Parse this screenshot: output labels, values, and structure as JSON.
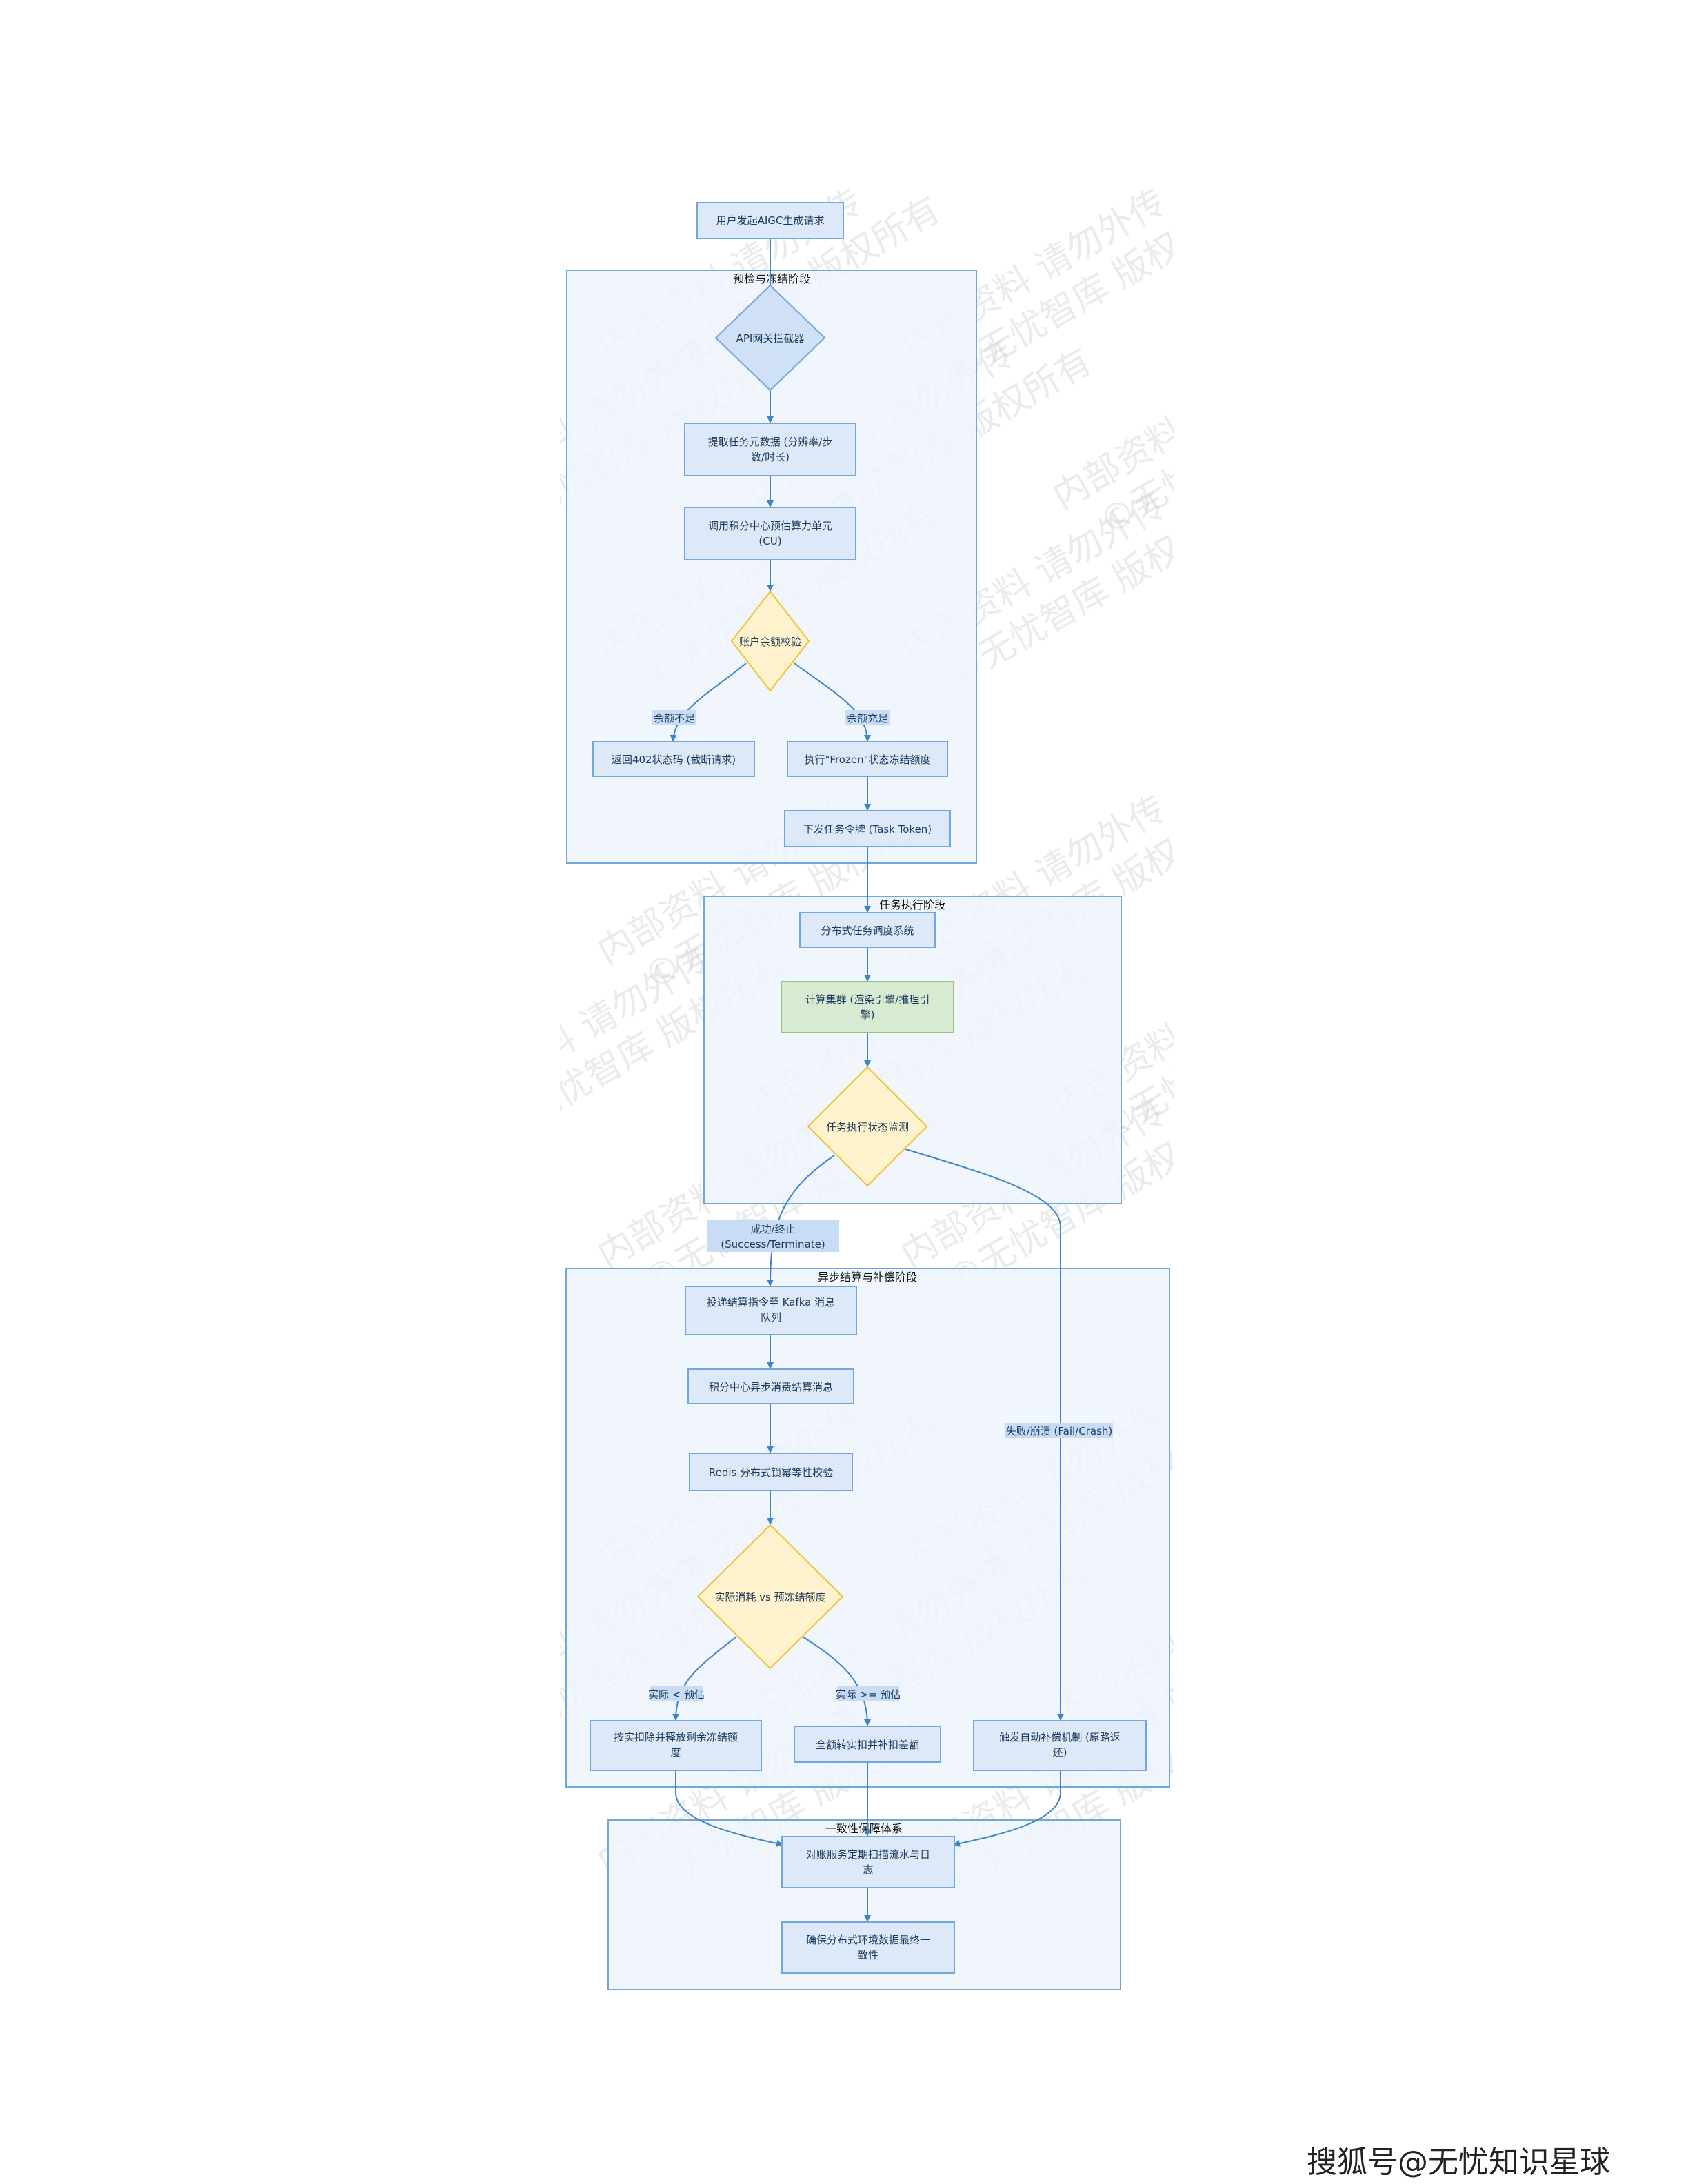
{
  "watermark": {
    "line1": "内部资料 请勿外传",
    "line2": "©无忧智库 版权所有"
  },
  "phases": {
    "p1": "预检与冻结阶段",
    "p2": "任务执行阶段",
    "p3": "异步结算与补偿阶段",
    "p4": "一致性保障体系"
  },
  "nodes": {
    "start": "用户发起AIGC生成请求",
    "gateway": "API网关拦截器",
    "extract": [
      "提取任务元数据 (分辨率/步",
      "数/时长)"
    ],
    "estimate": [
      "调用积分中心预估算力单元",
      "(CU)"
    ],
    "balance": "账户余额校验",
    "reject": "返回402状态码 (截断请求)",
    "freeze": "执行\"Frozen\"状态冻结额度",
    "token": "下发任务令牌 (Task Token)",
    "scheduler": "分布式任务调度系统",
    "cluster": [
      "计算集群 (渲染引擎/推理引",
      "擎)"
    ],
    "monitor": "任务执行状态监测",
    "kafka": [
      "投递结算指令至 Kafka 消息",
      "队列"
    ],
    "consume": "积分中心异步消费结算消息",
    "redis": "Redis 分布式锁幂等性校验",
    "compare": "实际消耗 vs 预冻结额度",
    "release": [
      "按实扣除并释放剩余冻结额",
      "度"
    ],
    "topup": "全额转实扣并补扣差额",
    "compensate": [
      "触发自动补偿机制 (原路返",
      "还)"
    ],
    "reconcile": [
      "对账服务定期扫描流水与日",
      "志"
    ],
    "ensure": [
      "确保分布式环境数据最终一",
      "致性"
    ]
  },
  "edges": {
    "insufficient": "余额不足",
    "sufficient": "余额充足",
    "success": [
      "成功/终止",
      "(Success/Terminate)"
    ],
    "failure": "失败/崩溃 (Fail/Crash)",
    "less": "实际 < 预估",
    "geq": "实际 >= 预估"
  },
  "colors": {
    "phase_fill": "#eef5fd",
    "phase_stroke": "#6fa8dc",
    "node_fill": "#dde9f8",
    "node_stroke": "#6fa8dc",
    "decision_yellow": "#fff2cc",
    "decision_blue": "#cfe0f7",
    "cluster_fill": "#d9ead3",
    "edge": "#3d85c6",
    "edge_label_bg": "#c9dcf5",
    "text": "#1c3a5c"
  },
  "footer": "搜狐号@无忧知识星球"
}
